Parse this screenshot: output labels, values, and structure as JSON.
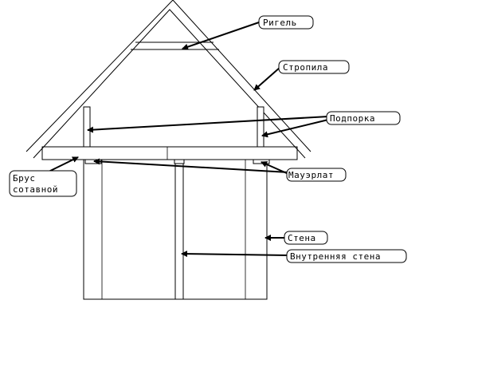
{
  "labels": {
    "rigel": "Ригель",
    "stropila": "Стропила",
    "podporka": "Подпорка",
    "mauerlat": "Мауэрлат",
    "brus_line1": "Брус",
    "brus_line2": "сотавной",
    "stena": "Стена",
    "vnutr_stena": "Внутренняя стена"
  }
}
